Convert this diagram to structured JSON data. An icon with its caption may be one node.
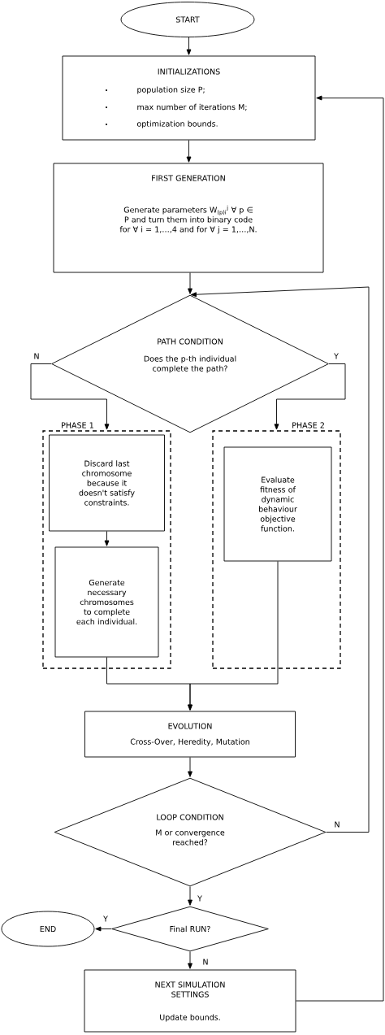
{
  "diagram": {
    "nodes": [
      {
        "text": [
          "START"
        ]
      },
      {
        "text": [
          "INITIALIZATIONS",
          "population size P;",
          "max number of iterations M;",
          "optimization bounds."
        ]
      },
      {
        "text": [
          "FIRST GENERATION",
          "Generate parameters W$_{(p)i}$$^{j}$ ∀ p ∈ P and turn them into binary code for ∀ i = 1,…,4 and for ∀ j = 1,…,N."
        ]
      },
      {
        "text": [
          "PATH CONDITION",
          "Does the p-th individual complete the path?"
        ]
      },
      {
        "text": [
          "PHASE 1"
        ]
      },
      {
        "text": [
          "Discard last chromosome because it doesn't satisfy constraints."
        ],
        "in": 4
      },
      {
        "text": [
          "Generate necessary chromosomes to complete each individual."
        ],
        "in": 4
      },
      {
        "text": [
          "PHASE 2"
        ]
      },
      {
        "text": [
          "Evaluate fitness of dynamic behaviour objective function."
        ],
        "in": 7
      },
      {
        "text": [
          "EVOLUTION",
          "Cross-Over, Heredity, Mutation"
        ]
      },
      {
        "text": [
          "LOOP CONDITION",
          "M or convergence reached?"
        ]
      },
      {
        "text": [
          "Final RUN?"
        ]
      },
      {
        "text": [
          "END"
        ]
      },
      {
        "text": [
          "NEXT SIMULATION SETTINGS",
          "Update bounds."
        ]
      }
    ],
    "edges": [
      {
        "from": 0,
        "to": 1,
        "arrow": "to"
      },
      {
        "from": 1,
        "to": 2,
        "arrow": "to"
      },
      {
        "from": 2,
        "to": 3,
        "arrow": "to"
      },
      {
        "from": 3,
        "to": 4,
        "arrow": "to",
        "label": "N"
      },
      {
        "from": 3,
        "to": 7,
        "arrow": "to",
        "label": "Y"
      },
      {
        "from": 5,
        "to": 6,
        "arrow": "to"
      },
      {
        "from": 6,
        "to": 9,
        "arrow": "to"
      },
      {
        "from": 8,
        "to": 9,
        "arrow": "to"
      },
      {
        "from": 9,
        "to": 10,
        "arrow": "to"
      },
      {
        "from": 10,
        "to": 3,
        "arrow": "to",
        "label": "N"
      },
      {
        "from": 10,
        "to": 11,
        "arrow": "to",
        "label": "Y"
      },
      {
        "from": 11,
        "to": 12,
        "arrow": "to",
        "label": "Y"
      },
      {
        "from": 11,
        "to": 13,
        "arrow": "to",
        "label": "N"
      },
      {
        "from": 13,
        "to": 1,
        "arrow": "to"
      }
    ]
  }
}
